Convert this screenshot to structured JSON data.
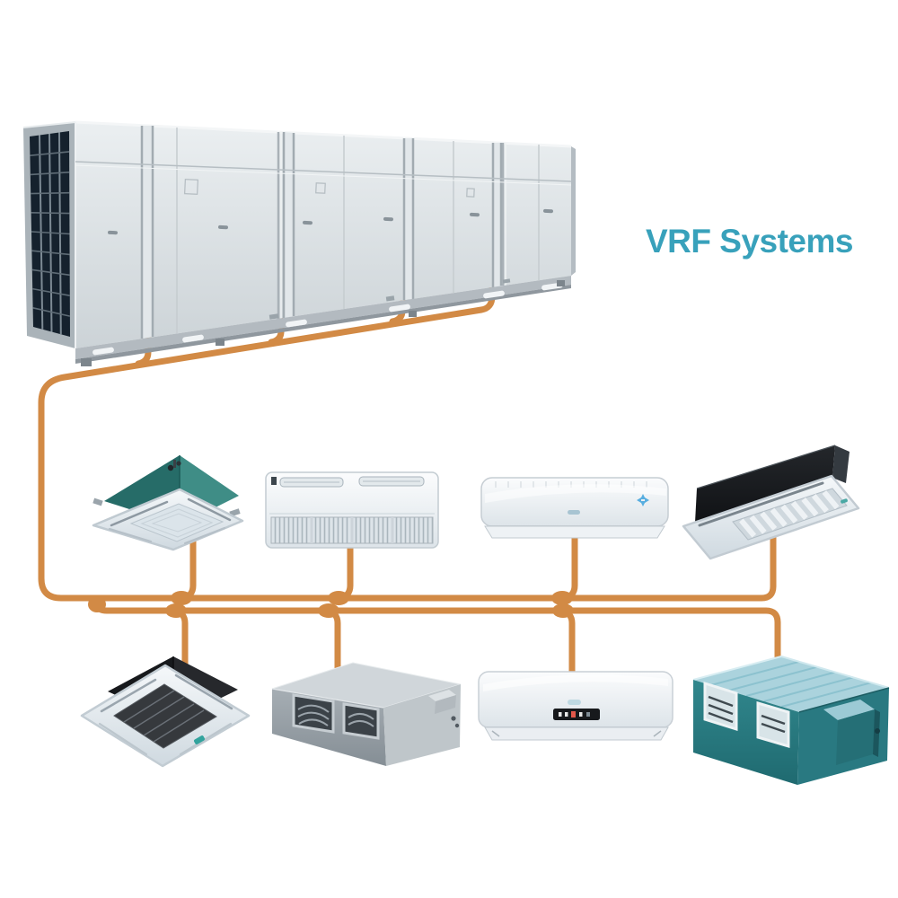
{
  "title": {
    "text": "VRF Systems"
  },
  "colors": {
    "title": "#38a1bb",
    "pipe": "#d28a45",
    "outdoor_cabinet": "#d9dfe2",
    "coil_dark": "#15212d",
    "cassette_teal": "#2e7c77",
    "cassette_black": "#1a1d20",
    "ducted_gray": "#99a1a8",
    "ducted_teal": "#2e8187",
    "panel_white": "#eef2f5"
  },
  "diagram": {
    "outdoor_bank": {
      "name": "vrf-outdoor-condensing-unit-bank",
      "refrigerant_drop_count": 4
    },
    "piping": {
      "color": "#d28a45",
      "trunk_style": "dual-parallel-lines",
      "outdoor_drop_count": 4,
      "indoor_branch_count": 8
    },
    "indoor_rows": [
      {
        "units": [
          "four-way-ceiling-cassette-teal",
          "ceiling-floor-convertible-unit",
          "wall-mounted-split-unit",
          "one-way-ceiling-cassette-black"
        ]
      },
      {
        "units": [
          "four-way-ceiling-cassette-black",
          "concealed-ducted-unit-gray",
          "wall-mounted-split-unit",
          "concealed-ducted-unit-teal"
        ]
      }
    ]
  }
}
